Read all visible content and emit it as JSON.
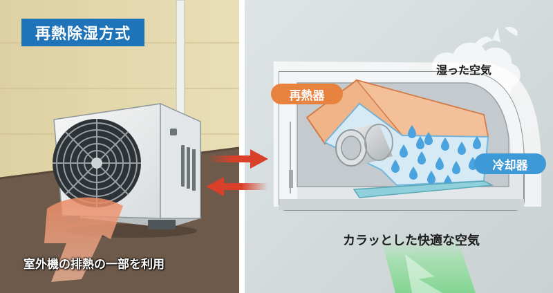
{
  "title": "再熱除湿方式",
  "labels": {
    "reheater": "再熱器",
    "cooler": "冷却器",
    "humid_air": "湿った空気",
    "dry_air": "カラッとした快適な空気",
    "outdoor_caption": "室外機の排熱の一部を利用"
  },
  "colors": {
    "title_bg": "#1f73b8",
    "reheater": "#e8833f",
    "cooler": "#3d9ad6",
    "arrow_red": "#d8402a",
    "wall_left": "#e3d6a8",
    "floor": "#6e5a4a",
    "background_right": "#d2dadb"
  },
  "icons": [
    "outdoor-unit-icon",
    "fan-icon",
    "indoor-unit-icon",
    "cloud-icon",
    "water-drop-icon",
    "heat-arrow-icon",
    "airflow-arrow-icon"
  ]
}
